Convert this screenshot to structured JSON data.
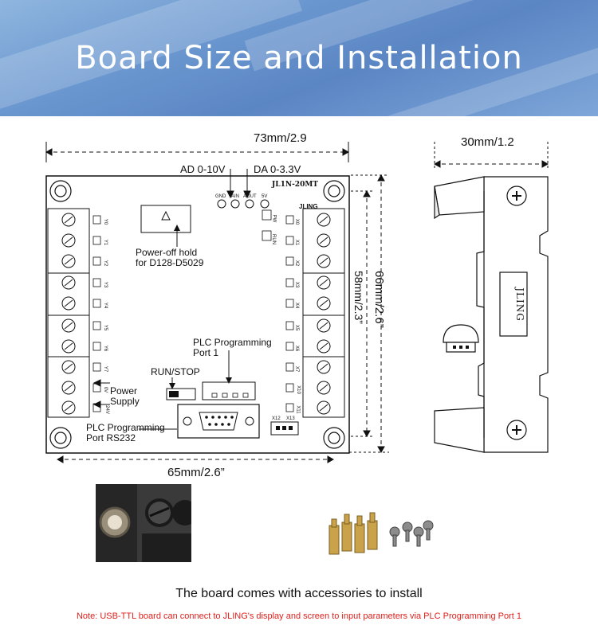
{
  "header": {
    "title": "Board Size and Installation"
  },
  "dimensions": {
    "top_width": "73mm/2.9",
    "bottom_width": "65mm/2.6”",
    "inner_height": "58mm/2.3”",
    "outer_height": "66mm/2.6”",
    "side_width": "30mm/1.2"
  },
  "board": {
    "model": "JL1N-20MT",
    "brand": "JLING",
    "side_brand": "JLING",
    "ad_label": "AD 0-10V",
    "da_label": "DA 0-3.3V",
    "power_off_hold_line1": "Power-off hold",
    "power_off_hold_line2": "for D128-D5029",
    "plc_port1_line1": "PLC Programming",
    "plc_port1_line2": "Port 1",
    "run_stop": "RUN/STOP",
    "power_supply_line1": "Power",
    "power_supply_line2": "Supply",
    "rs232_line1": "PLC Programming",
    "rs232_line2": "Port RS232",
    "pin_labels": [
      "GND",
      "AIN",
      "AOUT",
      "5V"
    ],
    "pw": "PW",
    "run": "RUN",
    "x12": "X12",
    "x13": "X13",
    "left_channels": [
      "Y0",
      "Y1",
      "Y2",
      "Y3",
      "Y4",
      "Y5",
      "Y6",
      "Y7",
      "0V",
      "24V"
    ],
    "right_channels": [
      "X0",
      "X1",
      "X2",
      "X3",
      "X4",
      "X5",
      "X6",
      "X7",
      "X10",
      "X11"
    ]
  },
  "footer": {
    "caption": "The board comes with accessories to install",
    "note": "Note: USB-TTL board can connect to JLING's display and screen to input parameters via PLC Programming Port 1"
  },
  "colors": {
    "note_red": "#e0201b",
    "banner_blue": "#6a96cf"
  }
}
